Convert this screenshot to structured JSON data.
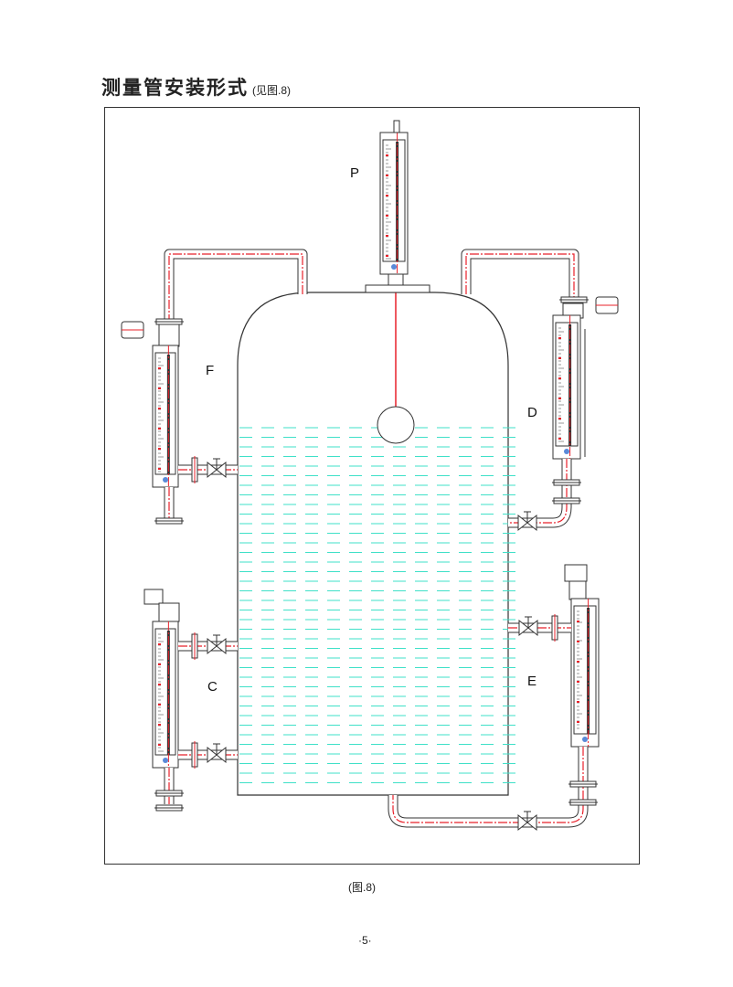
{
  "heading": {
    "title": "测量管安装形式",
    "ref": "(见图.8)"
  },
  "diagram": {
    "labels": {
      "P": "P",
      "F": "F",
      "D": "D",
      "C": "C",
      "E": "E"
    },
    "colors": {
      "line": "#333333",
      "centerline": "#e8202a",
      "water": "#3fe0c8"
    }
  },
  "caption": "(图.8)",
  "page_number": "·5·"
}
